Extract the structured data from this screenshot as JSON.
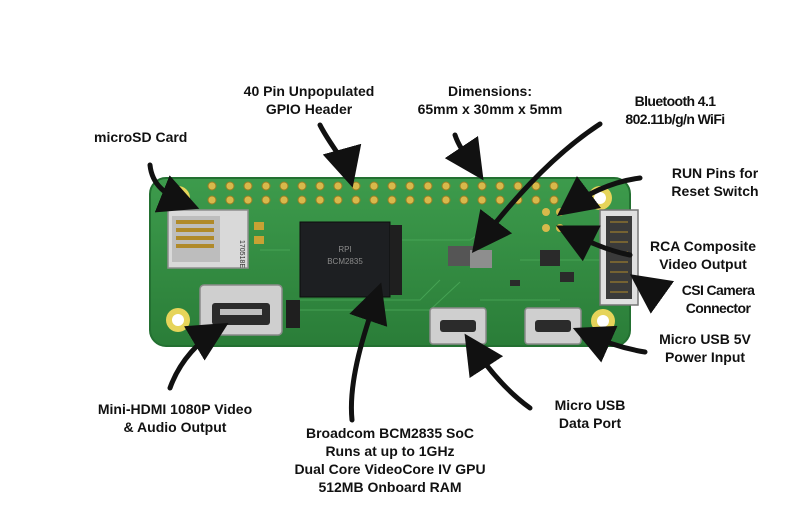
{
  "colors": {
    "background": "#ffffff",
    "pcb": "#2e8a3e",
    "pcb_edge": "#237031",
    "mount_hole_ring": "#e6d45a",
    "chip": "#1d1f22",
    "connector_metal": "#c9c9c9",
    "label_text": "#111111",
    "leader_line": "#111111"
  },
  "labels": {
    "gpio_header": [
      "40 Pin Unpopulated",
      "GPIO Header"
    ],
    "dimensions": [
      "Dimensions:",
      "65mm x 30mm x 5mm"
    ],
    "bluetooth": [
      "Bluetooth 4.1",
      "802.11b/g/n WiFi"
    ],
    "microsd": [
      "microSD Card"
    ],
    "run_pins": [
      "RUN Pins for",
      "Reset Switch"
    ],
    "rca_video": [
      "RCA Composite",
      "Video Output"
    ],
    "csi_camera": [
      "CSI Camera",
      "Connector"
    ],
    "micro_usb_power": [
      "Micro USB 5V",
      "Power Input"
    ],
    "mini_hdmi": [
      "Mini-HDMI 1080P Video",
      "& Audio Output"
    ],
    "micro_usb_data": [
      "Micro USB",
      "Data Port"
    ],
    "soc": [
      "Broadcom BCM2835 SoC",
      "Runs at up to 1GHz",
      "Dual Core VideoCore IV GPU",
      "512MB Onboard RAM"
    ]
  },
  "board": {
    "chip_marking": [
      "RPI",
      "BCM2835"
    ],
    "sd_marking": "170518E"
  }
}
